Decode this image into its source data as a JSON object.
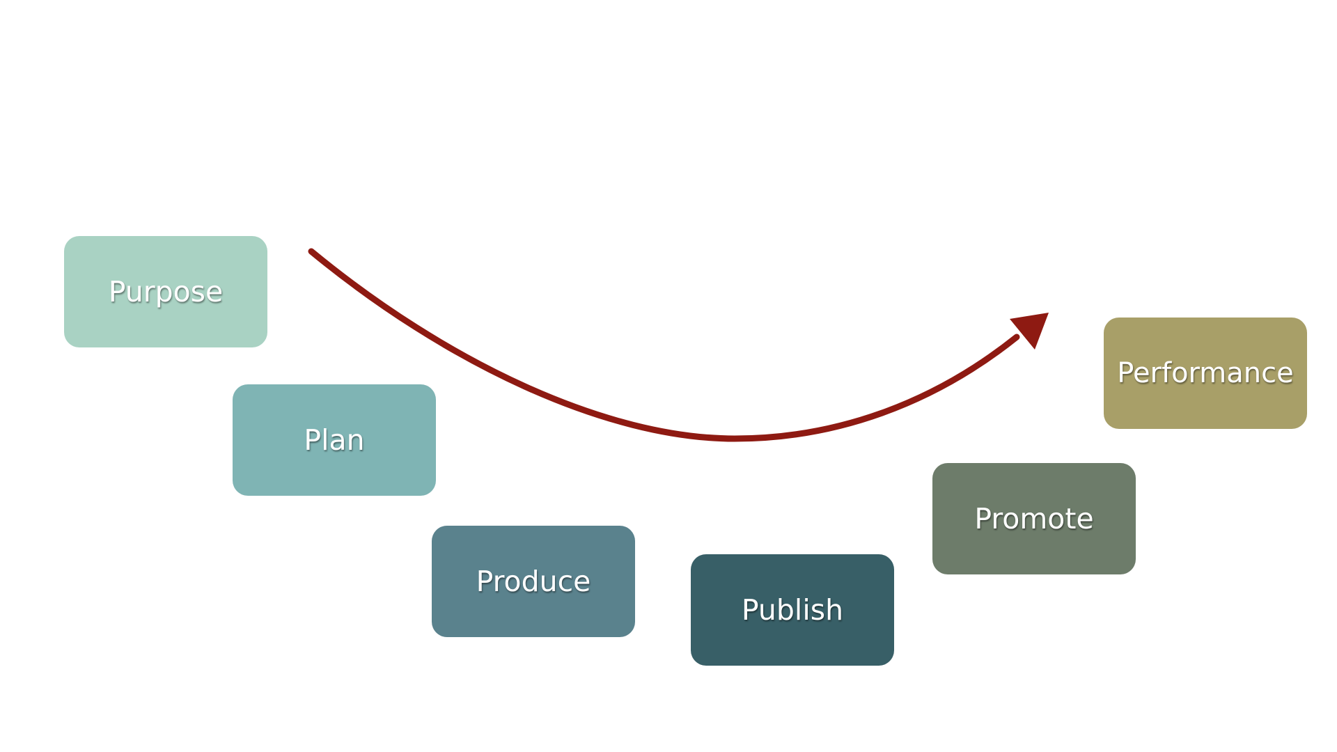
{
  "colors": {
    "arrow": "#8e1a12",
    "purpose": "#a9d2c3",
    "plan": "#7fb4b4",
    "produce": "#5a828d",
    "publish": "#385f67",
    "promote": "#6d7c6a",
    "performance": "#a89f68"
  },
  "steps": [
    {
      "id": "purpose",
      "label": "Purpose"
    },
    {
      "id": "plan",
      "label": "Plan"
    },
    {
      "id": "produce",
      "label": "Produce"
    },
    {
      "id": "publish",
      "label": "Publish"
    },
    {
      "id": "promote",
      "label": "Promote"
    },
    {
      "id": "performance",
      "label": "Performance"
    }
  ]
}
